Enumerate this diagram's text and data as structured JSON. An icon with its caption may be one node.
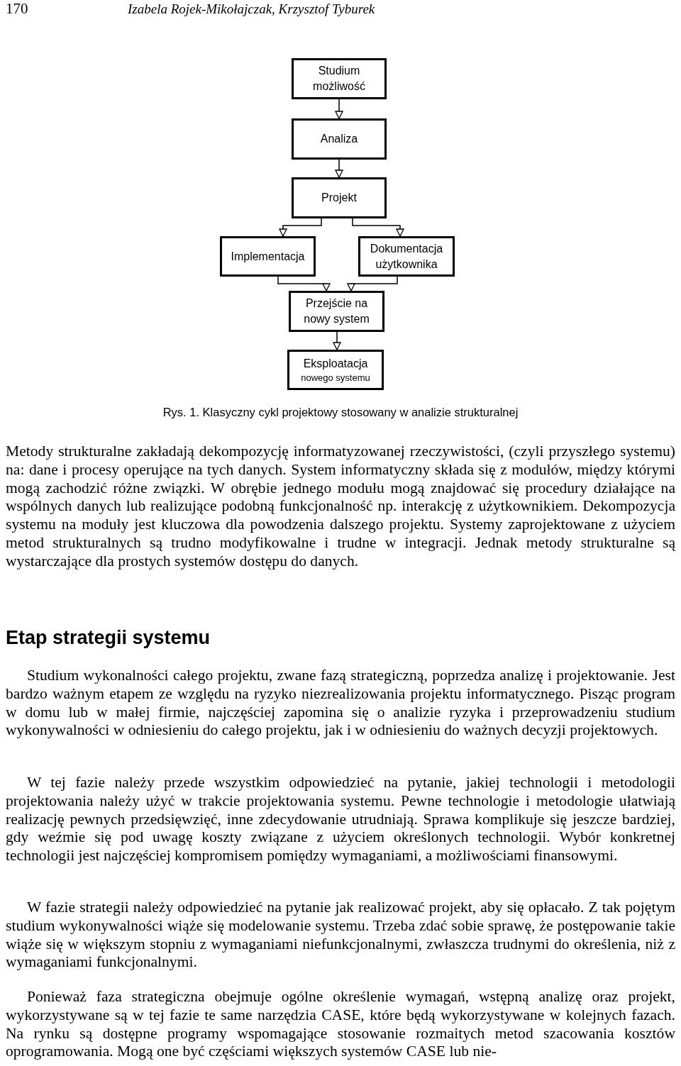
{
  "diagram": {
    "caption": "Rys. 1. Klasyczny cykl projektowy stosowany w analizie strukturalnej",
    "nodes": [
      {
        "text": [
          "Studium możliwość"
        ]
      },
      {
        "text": [
          "Analiza"
        ]
      },
      {
        "text": [
          "Projekt"
        ]
      },
      {
        "text": [
          "Implementacja"
        ]
      },
      {
        "text": [
          "Dokumentacja użytkownika"
        ]
      },
      {
        "text": [
          "Przejście na nowy system"
        ]
      },
      {
        "text": [
          "Eksploatacja",
          "nowego systemu"
        ]
      }
    ],
    "edges": [
      {
        "from": 0,
        "to": 1,
        "arrow": "to"
      },
      {
        "from": 1,
        "to": 2,
        "arrow": "to"
      },
      {
        "from": 2,
        "to": 3,
        "arrow": "to"
      },
      {
        "from": 2,
        "to": 4,
        "arrow": "to"
      },
      {
        "from": 3,
        "to": 5,
        "arrow": "to"
      },
      {
        "from": 4,
        "to": 5,
        "arrow": "to"
      },
      {
        "from": 5,
        "to": 6,
        "arrow": "to"
      }
    ],
    "labels": [
      "170",
      "Izabela Rojek-Mikołajczak, Krzysztof Tyburek",
      "Metody strukturalne zakładają dekompozycję informatyzowanej rzeczywistości, (czyli przyszłego systemu) na: dane i procesy operujące na tych danych. System informatyczny składa się z modułów, między którymi mogą zachodzić różne związki. W obrębie jednego modułu mogą znajdować się procedury działające na wspólnych danych lub realizujące podobną funkcjonalność np. interakcję z użytkownikiem. Dekompozycja systemu na moduły jest kluczowa dla powodzenia dalszego projektu. Systemy zaprojektowane z użyciem metod strukturalnych są trudno modyfikowalne i trudne w integracji. Jednak metody strukturalne są wystarczające dla prostych systemów dostępu do danych.",
      "Etap strategii systemu",
      "Studium wykonalności całego projektu, zwane fazą strategiczną, poprzedza analizę i projektowanie. Jest bardzo ważnym etapem ze względu na ryzyko niezrealizowania projektu informatycznego. Pisząc program w domu lub w małej firmie, najczęściej zapomina się o analizie ryzyka i przeprowadzeniu studium wykonywalności w odniesieniu do całego projektu, jak i w odniesieniu do ważnych decyzji projektowych.",
      "W tej fazie należy przede wszystkim odpowiedzieć na pytanie, jakiej technologii i metodologii projektowania należy użyć w trakcie projektowania systemu. Pewne technologie i metodologie ułatwiają realizację pewnych przedsięwzięć, inne zdecydowanie utrudniają. Sprawa komplikuje się jeszcze bardziej, gdy weźmie się pod uwagę koszty związane z użyciem określonych technologii. Wybór konkretnej technologii jest najczęściej kompromisem pomiędzy wymaganiami, a możliwościami finansowymi.",
      "W fazie strategii należy odpowiedzieć na pytanie jak realizować projekt, aby się opłacało. Z tak pojętym studium wykonywalności wiąże się modelowanie systemu. Trzeba zdać sobie sprawę, że postępowanie takie wiąże się w większym stopniu z wymaganiami niefunkcjonalnymi, zwłaszcza trudnymi do określenia, niż z wymaganiami funkcjonalnymi.",
      "Ponieważ faza strategiczna obejmuje ogólne określenie wymagań, wstępną analizę oraz projekt, wykorzystywane są w tej fazie te same narzędzia CASE, które będą wykorzystywane w kolejnych fazach. Na rynku są dostępne programy wspomagające stosowanie rozmaitych metod szacowania kosztów oprogramowania. Mogą one być częściami większych systemów CASE lub nie-"
    ]
  }
}
